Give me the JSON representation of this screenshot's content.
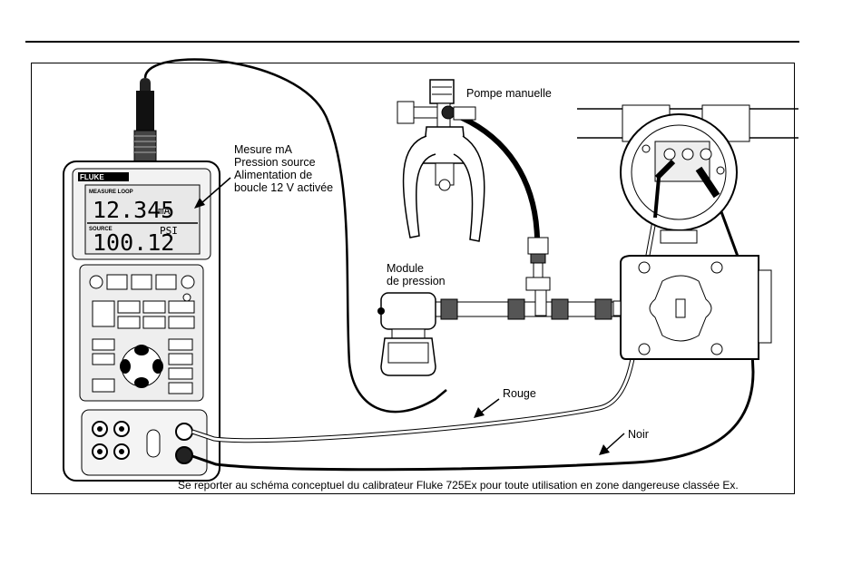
{
  "labels": {
    "meter_callout": [
      "Mesure mA",
      "Pression source",
      "Alimentation de",
      "boucle 12 V activée"
    ],
    "pump": "Pompe manuelle",
    "module": [
      "Module",
      "de pression"
    ],
    "red_lead": "Rouge",
    "black_lead": "Noir"
  },
  "caption": "Se reporter au schéma conceptuel du calibrateur Fluke 725Ex pour toute utilisation en zone dangereuse classée Ex.",
  "calibrator": {
    "brand": "FLUKE",
    "measure_header": "MEASURE LOOP",
    "measure_value": "12.345",
    "measure_unit": "mA",
    "source_header": "SOURCE",
    "source_value": "100.12",
    "source_unit": "PSI"
  }
}
